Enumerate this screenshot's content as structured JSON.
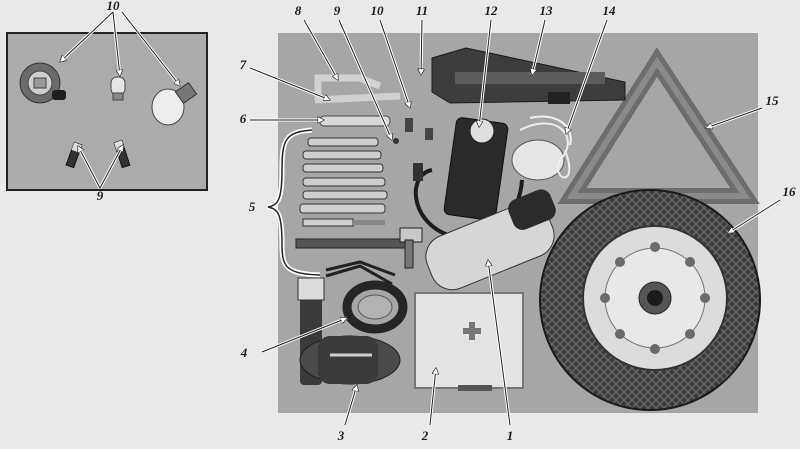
{
  "figure": {
    "callouts": {
      "n1": "1",
      "n2": "2",
      "n3": "3",
      "n4": "4",
      "n5": "5",
      "n6": "6",
      "n7": "7",
      "n8": "8",
      "n9_main": "9",
      "n10_main": "10",
      "n11": "11",
      "n12": "12",
      "n13": "13",
      "n14": "14",
      "n15": "15",
      "n16": "16",
      "n10_inset": "10",
      "n9_inset": "9"
    },
    "items": [
      {
        "id": "first-aid-kit",
        "label_ref": "2"
      },
      {
        "id": "fire-extinguisher",
        "label_ref": "1"
      },
      {
        "id": "tow-strap",
        "label_ref": "3"
      },
      {
        "id": "wire-coil",
        "label_ref": "4"
      },
      {
        "id": "wrench-set",
        "label_ref": "5"
      },
      {
        "id": "tire-pump",
        "label_ref": "12"
      },
      {
        "id": "jack",
        "label_ref": "13"
      },
      {
        "id": "warning-triangle",
        "label_ref": "15"
      },
      {
        "id": "spare-wheel",
        "label_ref": "16"
      }
    ]
  }
}
